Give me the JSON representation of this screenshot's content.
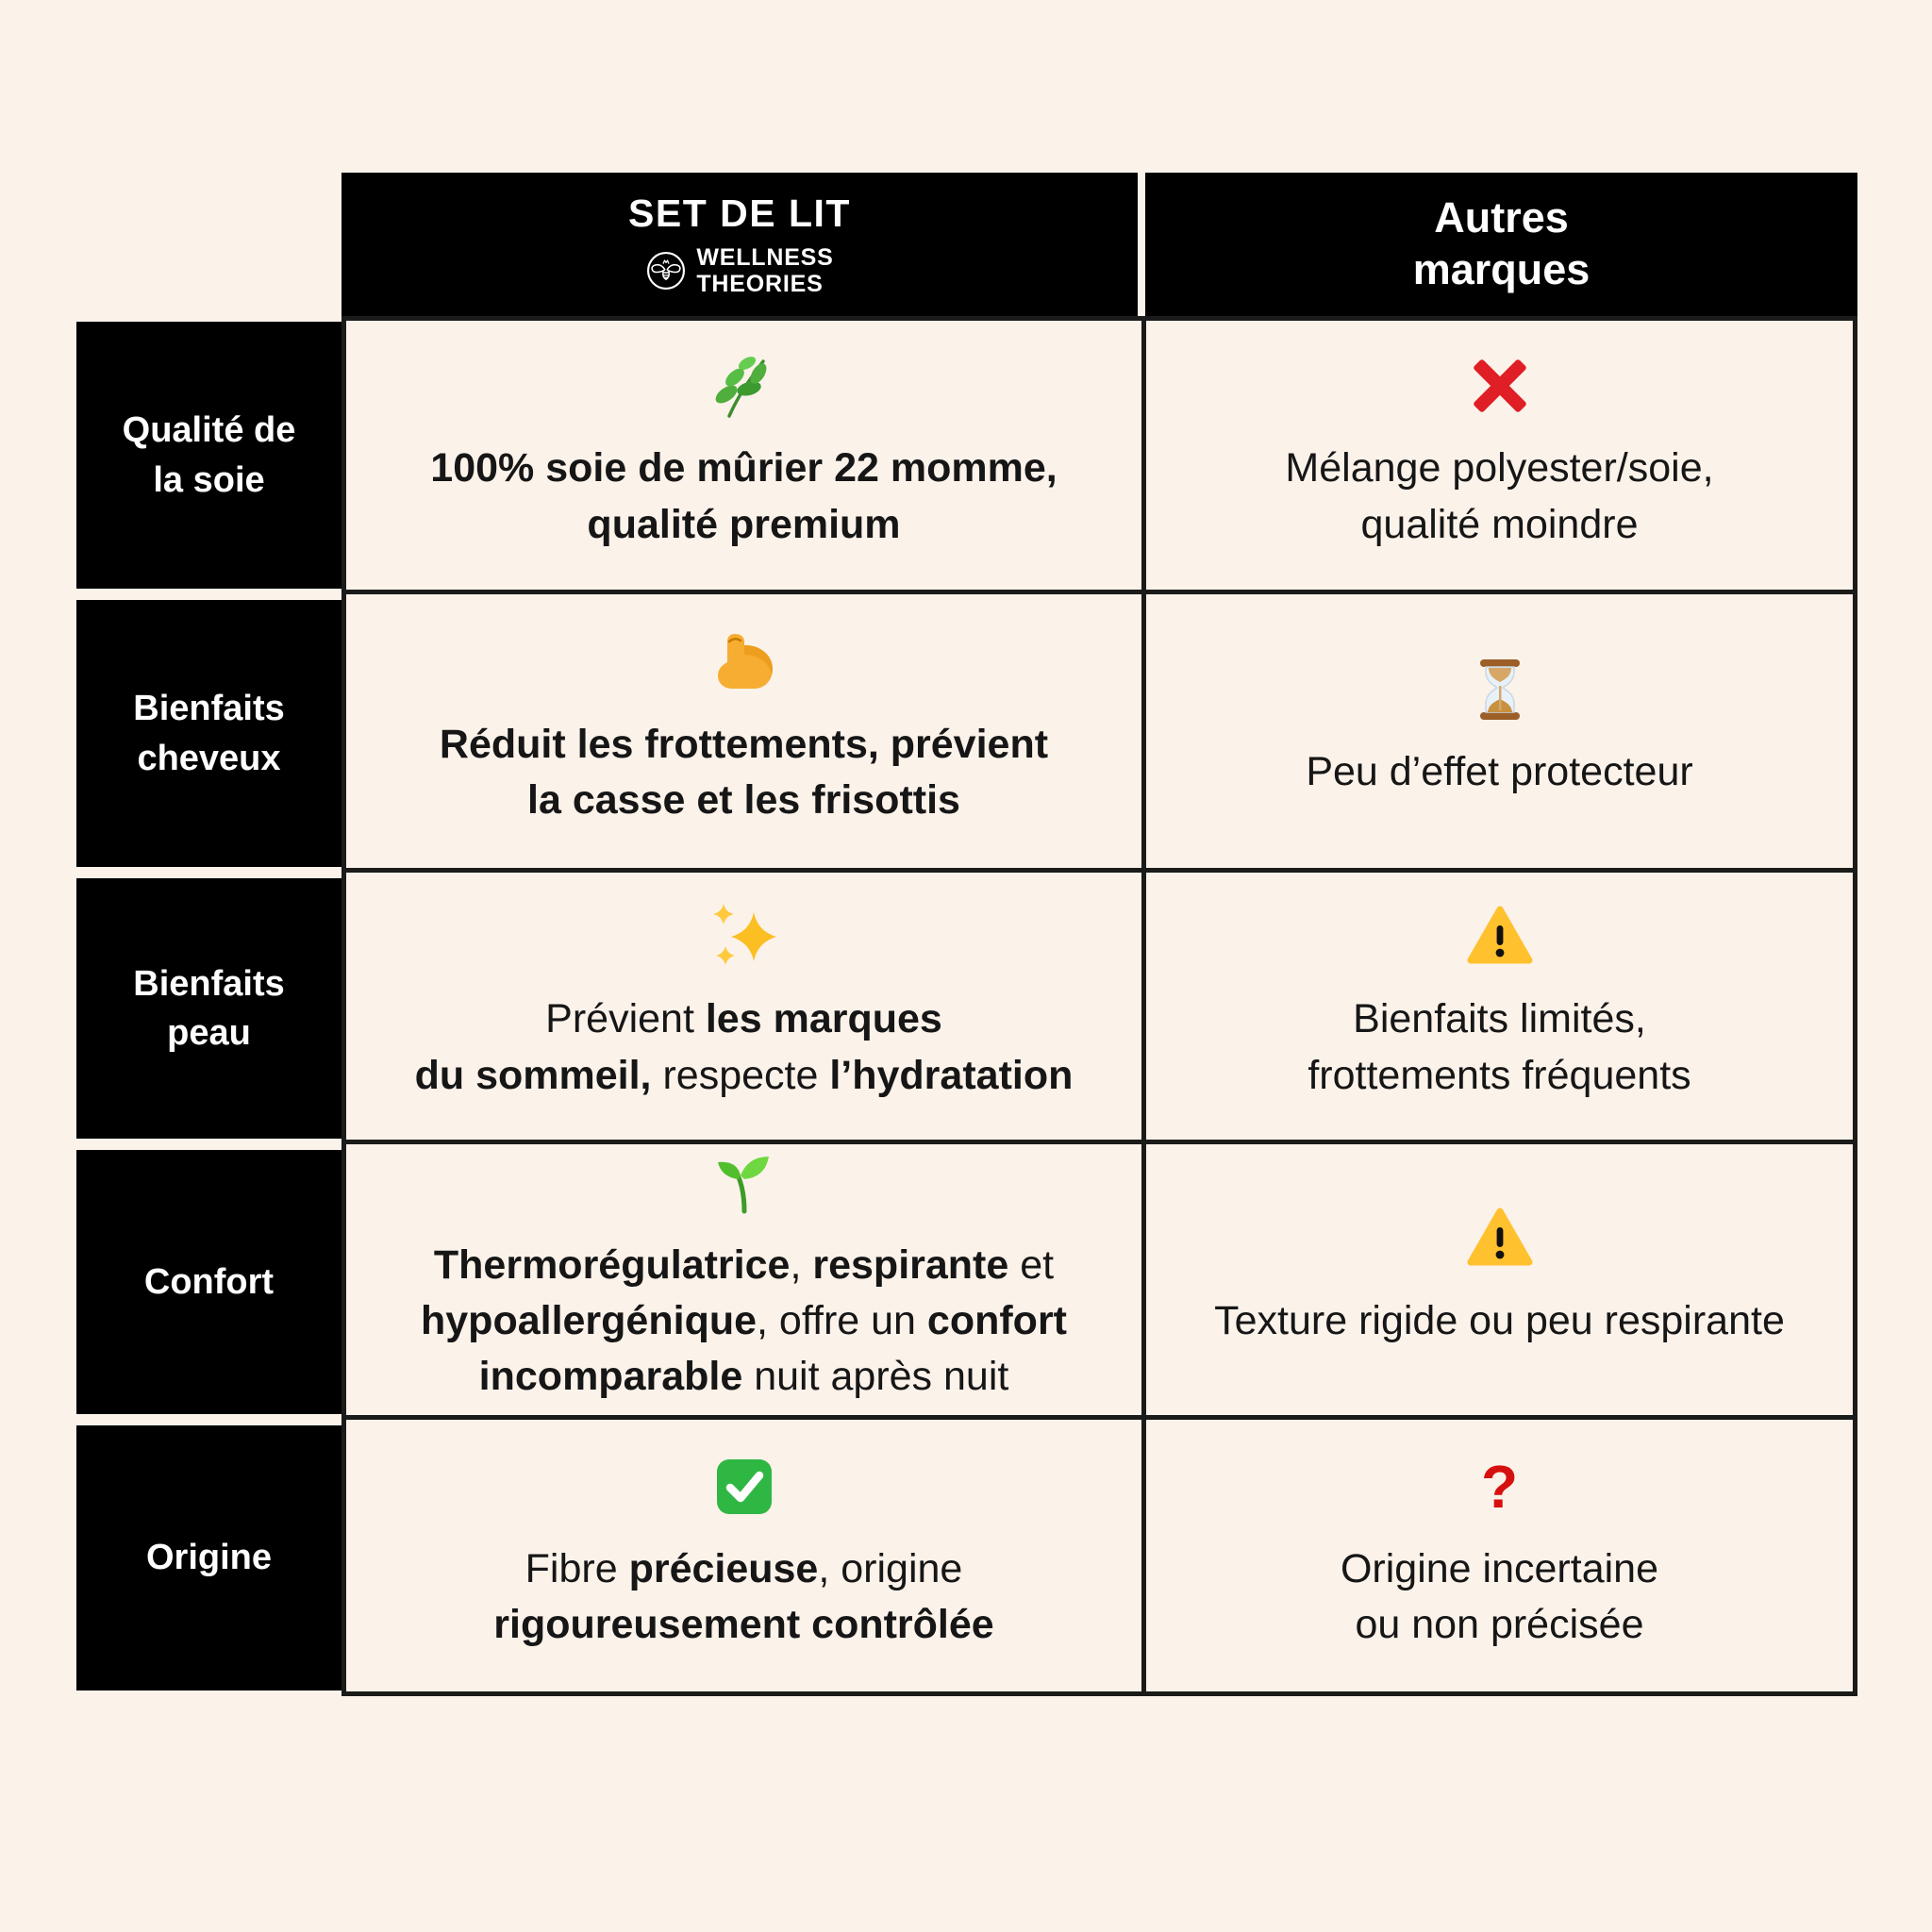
{
  "page": {
    "background_color": "#FBF2EA",
    "panel_color": "#000000",
    "border_color": "#1B1B19",
    "accent_colors": {
      "red": "#E01E25",
      "yellow": "#FFC12E",
      "green": "#2FB744"
    }
  },
  "table": {
    "header": {
      "brand_column": {
        "title": "SET DE LIT",
        "logo_icon": "bee-icon",
        "brand_name_line1": "WELLNESS",
        "brand_name_line2": "THEORIES"
      },
      "other_column": {
        "title": "Autres\nmarques"
      }
    },
    "rows": [
      {
        "label": "Qualité de\nla soie",
        "brand": {
          "icon": "herb-icon",
          "segments": [
            {
              "t": "100% soie de mûrier 22 momme,\nqualité premium",
              "b": true
            }
          ]
        },
        "other": {
          "icon": "cross-mark-icon",
          "segments": [
            {
              "t": "Mélange polyester/soie,\nqualité moindre",
              "b": false
            }
          ]
        }
      },
      {
        "label": "Bienfaits\ncheveux",
        "brand": {
          "icon": "biceps-icon",
          "segments": [
            {
              "t": "Réduit les frottements, prévient\nla casse et les frisottis",
              "b": true
            }
          ]
        },
        "other": {
          "icon": "hourglass-icon",
          "segments": [
            {
              "t": "Peu d’effet protecteur",
              "b": false
            }
          ]
        }
      },
      {
        "label": "Bienfaits\npeau",
        "brand": {
          "icon": "sparkles-icon",
          "segments": [
            {
              "t": "Prévient ",
              "b": false
            },
            {
              "t": "les marques\ndu sommeil,",
              "b": true
            },
            {
              "t": " respecte ",
              "b": false
            },
            {
              "t": "l’hydratation",
              "b": true
            }
          ]
        },
        "other": {
          "icon": "warning-icon",
          "segments": [
            {
              "t": "Bienfaits limités,\nfrottements fréquents",
              "b": false
            }
          ]
        }
      },
      {
        "label": "Confort",
        "brand": {
          "icon": "seedling-icon",
          "segments": [
            {
              "t": "Thermorégulatrice",
              "b": true
            },
            {
              "t": ", ",
              "b": false
            },
            {
              "t": "respirante",
              "b": true
            },
            {
              "t": " et\n",
              "b": false
            },
            {
              "t": "hypoallergénique",
              "b": true
            },
            {
              "t": ", offre un ",
              "b": false
            },
            {
              "t": "confort\nincomparable",
              "b": true
            },
            {
              "t": " nuit après nuit",
              "b": false
            }
          ]
        },
        "other": {
          "icon": "warning-icon",
          "segments": [
            {
              "t": "Texture rigide ou peu respirante",
              "b": false
            }
          ]
        }
      },
      {
        "label": "Origine",
        "brand": {
          "icon": "check-mark-icon",
          "segments": [
            {
              "t": "Fibre ",
              "b": false
            },
            {
              "t": "précieuse",
              "b": true
            },
            {
              "t": ", origine\n",
              "b": false
            },
            {
              "t": "rigoureusement contrôlée",
              "b": true
            }
          ]
        },
        "other": {
          "icon": "question-mark-icon",
          "segments": [
            {
              "t": "Origine incertaine\nou non précisée",
              "b": false
            }
          ]
        }
      }
    ]
  },
  "chart_data": {
    "type": "table",
    "columns": [
      "",
      "SET DE LIT WELLNESS THEORIES",
      "Autres marques"
    ],
    "rows": [
      [
        "Qualité de la soie",
        "100% soie de mûrier 22 momme, qualité premium",
        "Mélange polyester/soie, qualité moindre"
      ],
      [
        "Bienfaits cheveux",
        "Réduit les frottements, prévient la casse et les frisottis",
        "Peu d’effet protecteur"
      ],
      [
        "Bienfaits peau",
        "Prévient les marques du sommeil, respecte l’hydratation",
        "Bienfaits limités, frottements fréquents"
      ],
      [
        "Confort",
        "Thermorégulatrice, respirante et hypoallergénique, offre un confort incomparable nuit après nuit",
        "Texture rigide ou peu respirante"
      ],
      [
        "Origine",
        "Fibre précieuse, origine rigoureusement contrôlée",
        "Origine incertaine ou non précisée"
      ]
    ]
  }
}
